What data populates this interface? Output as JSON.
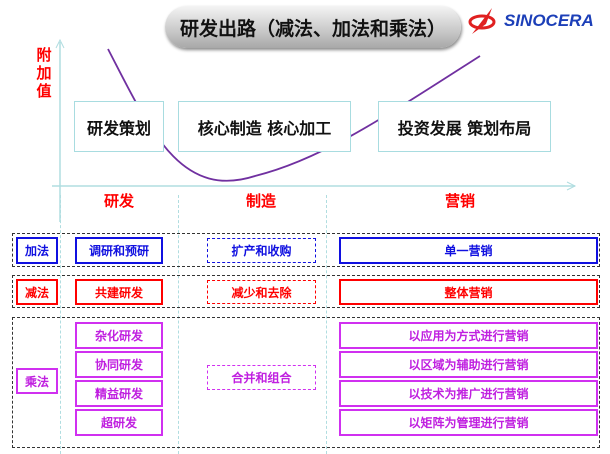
{
  "title": "研发出路（减法、加法和乘法）",
  "logo": {
    "text": "SINOCERA",
    "brand_color": "#1c3fb8",
    "mark_color": "#e02020"
  },
  "y_axis_label": "附加值",
  "stages": [
    "研发策划",
    "核心制造  核心加工",
    "投资发展  策划布局"
  ],
  "x_labels": [
    "研发",
    "制造",
    "营销"
  ],
  "rows": {
    "add": {
      "label": "加法",
      "rd": "调研和预研",
      "mfg": "扩产和收购",
      "mkt": "单一营销"
    },
    "sub": {
      "label": "减法",
      "rd": "共建研发",
      "mfg": "减少和去除",
      "mkt": "整体营销"
    },
    "mul": {
      "label": "乘法",
      "rd": [
        "杂化研发",
        "协同研发",
        "精益研发",
        "超研发"
      ],
      "mfg": "合并和组合",
      "mkt": [
        "以应用为方式进行营销",
        "以区域为辅助进行营销",
        "以技术为推广进行营销",
        "以矩阵为管理进行营销"
      ]
    }
  }
}
